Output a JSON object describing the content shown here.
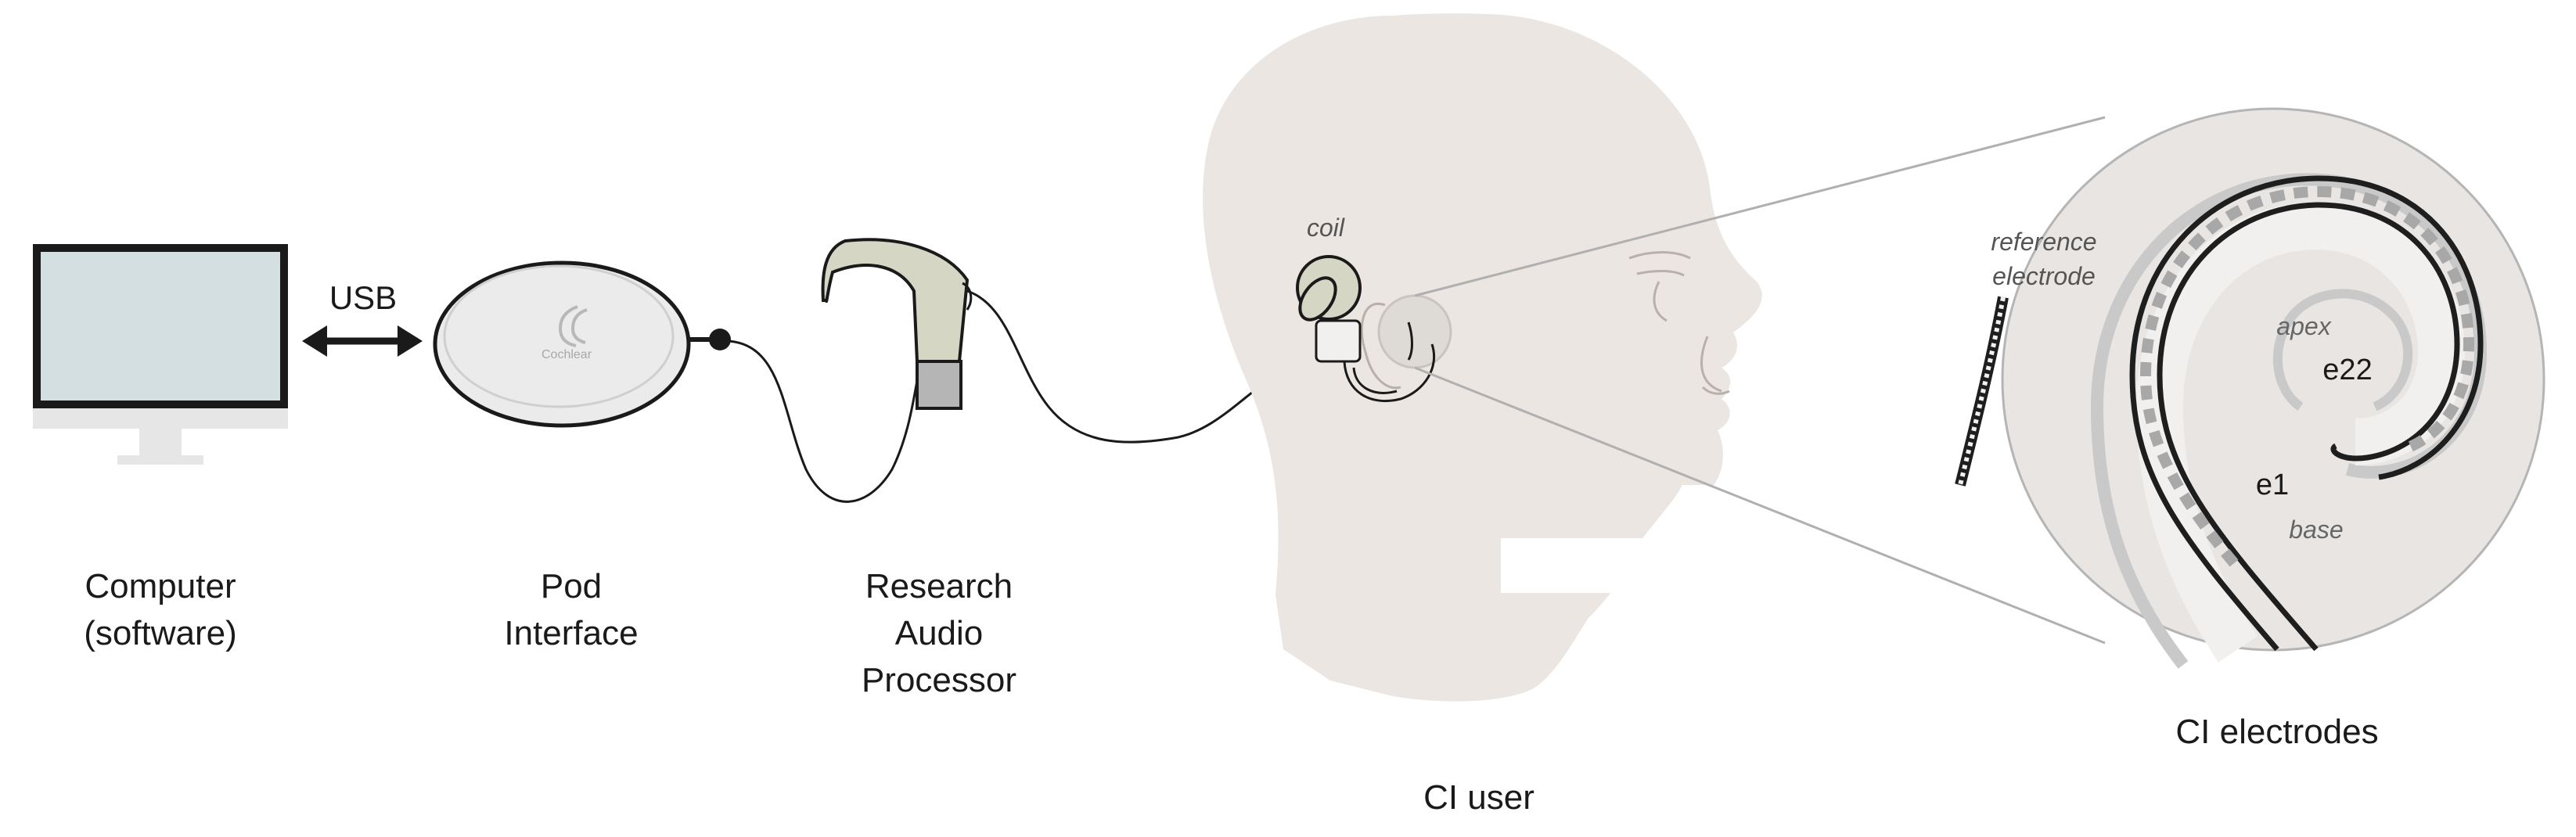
{
  "labels": {
    "usb": "USB",
    "computer_line1": "Computer",
    "computer_line2": "(software)",
    "pod_line1": "Pod",
    "pod_line2": "Interface",
    "rap_line1": "Research",
    "rap_line2": "Audio",
    "rap_line3": "Processor",
    "ci_user": "CI user",
    "ci_electrodes": "CI electrodes",
    "coil": "coil",
    "reference_line1": "reference",
    "reference_line2": "electrode",
    "apex": "apex",
    "base": "base",
    "e22": "e22",
    "e1": "e1",
    "brand": "Cochlear"
  },
  "colors": {
    "stroke": "#1a1a1a",
    "monitor_screen": "#d4dfe1",
    "monitor_stand": "#e6e6e6",
    "pod_fill": "#ebebeb",
    "head_skin": "#ebe6e2",
    "processor_body": "#d5d6c4",
    "processor_battery": "#b5b5b5",
    "zoom_circle": "#e8e5e2",
    "cochlea_gray": "#c9c9c9",
    "electrode_dark": "#1e1e1e",
    "contact_gray": "#a8a8a8",
    "zoom_line": "#b0b0b0"
  }
}
